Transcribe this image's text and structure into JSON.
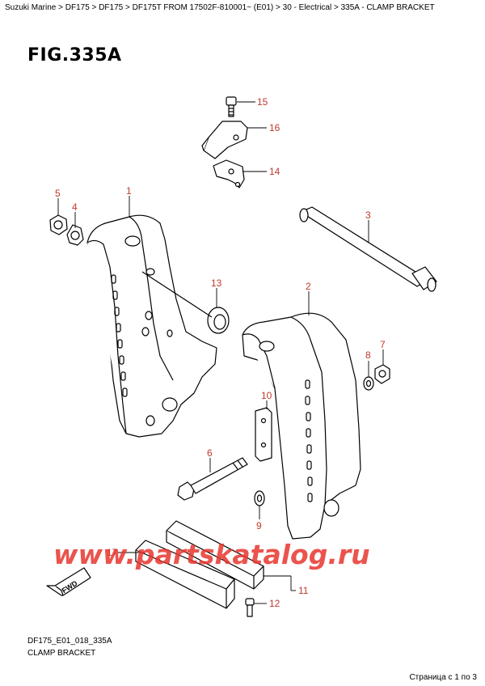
{
  "breadcrumb": [
    "Suzuki Marine",
    "DF175",
    "DF175",
    "DF175T FROM 17502F-810001~ (E01)",
    "30 - Electrical",
    "335A - CLAMP BRACKET"
  ],
  "breadcrumb_separator": " > ",
  "figure_title": "FIG.335A",
  "callouts": [
    "15",
    "16",
    "14",
    "5",
    "4",
    "1",
    "3",
    "13",
    "2",
    "8",
    "7",
    "10",
    "6",
    "9",
    "17",
    "11",
    "12"
  ],
  "fwd_label": "FWD",
  "watermark": "www.partskatalog.ru",
  "footer": {
    "code": "DF175_E01_018_335A",
    "name": "CLAMP BRACKET"
  },
  "pager": "Страница с 1 по 3",
  "colors": {
    "callout": "#c0392b",
    "watermark": "#e7352e",
    "line": "#000000"
  }
}
